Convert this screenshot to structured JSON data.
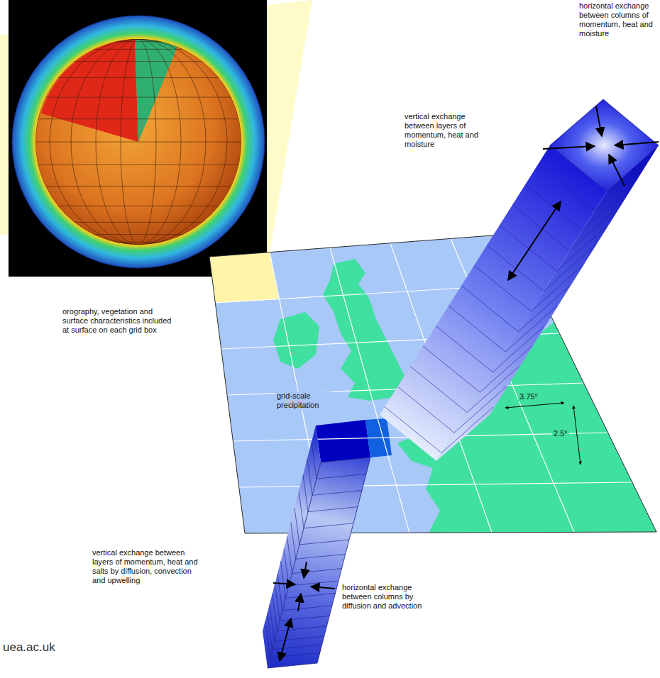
{
  "diagram": {
    "labels": [
      "horizontal exchange between columns of momentum, heat and moisture",
      "vertical exchange between layers of momentum, heat and moisture",
      "orography, vegetation and surface characteristics included at surface on each grid box",
      "grid-scale precipitation",
      "3.75°",
      "2.5°",
      "vertical exchange between layers of momentum, heat and salts by diffusion, convection and upwelling",
      "horizontal exchange between columns by diffusion and advection",
      "uea.ac.uk"
    ]
  }
}
